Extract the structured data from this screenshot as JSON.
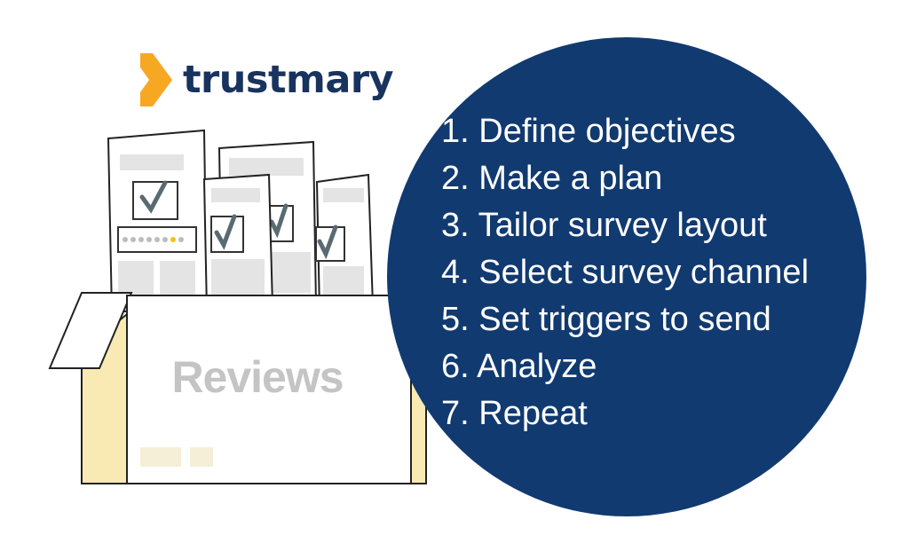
{
  "brand": {
    "name": "trustmary",
    "accent_color": "#f7a823",
    "text_color": "#19335f"
  },
  "panel": {
    "background_color": "#113a70",
    "steps": [
      "1. Define objectives",
      "2. Make a plan",
      "3. Tailor survey layout",
      "4. Select survey channel",
      "5. Set triggers to send",
      "6. Analyze",
      "7. Repeat"
    ]
  },
  "illustration": {
    "box_label": "Reviews",
    "box_color": "#f9eab3",
    "icons": [
      "checkmark-icon",
      "rating-dots-icon"
    ]
  }
}
